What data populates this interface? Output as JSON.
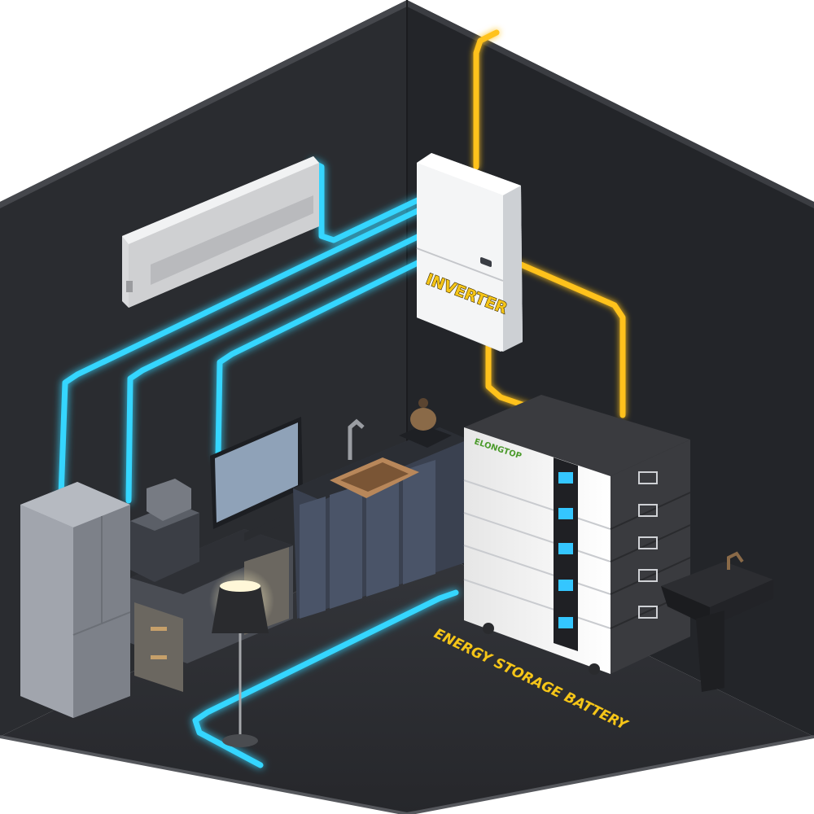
{
  "labels": {
    "inverter": "INVERTER",
    "battery": "ENERGY STORAGE BATTERY",
    "brand": "ELONGTOP"
  },
  "colors": {
    "wall_back": "#2b2d31",
    "wall_right": "#25272b",
    "floor": "#2f3136",
    "ac_wiring": "#35d6ff",
    "dc_wiring": "#ffc21a",
    "battery_body": "#f2f2f2",
    "battery_side": "#3a3b3f"
  },
  "icons": [
    "air-conditioner-icon",
    "inverter-unit",
    "battery-stack",
    "refrigerator-icon",
    "monitor-icon",
    "coffee-machine-icon",
    "sink-icon",
    "floor-lamp-icon",
    "washbasin-icon",
    "kettle-icon"
  ]
}
